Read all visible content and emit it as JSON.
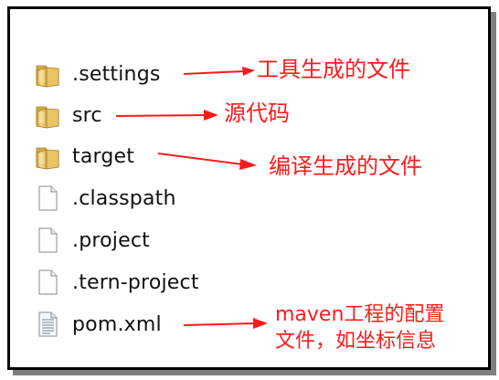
{
  "files": [
    {
      "name": ".settings",
      "icon": "folder-icon"
    },
    {
      "name": "src",
      "icon": "folder-icon"
    },
    {
      "name": "target",
      "icon": "folder-icon"
    },
    {
      "name": ".classpath",
      "icon": "file-icon"
    },
    {
      "name": ".project",
      "icon": "file-icon"
    },
    {
      "name": ".tern-project",
      "icon": "file-icon"
    },
    {
      "name": "pom.xml",
      "icon": "text-file-icon"
    }
  ],
  "annotations": {
    "settings": "工具生成的文件",
    "src": "源代码",
    "target": "编译生成的文件",
    "pom_line1": "maven工程的配置",
    "pom_line2": "文件，如坐标信息"
  },
  "colors": {
    "annotation": "#ff1a1a",
    "folder": "#e8c15a",
    "border": "#000000",
    "shadow": "#7f7f7f"
  }
}
